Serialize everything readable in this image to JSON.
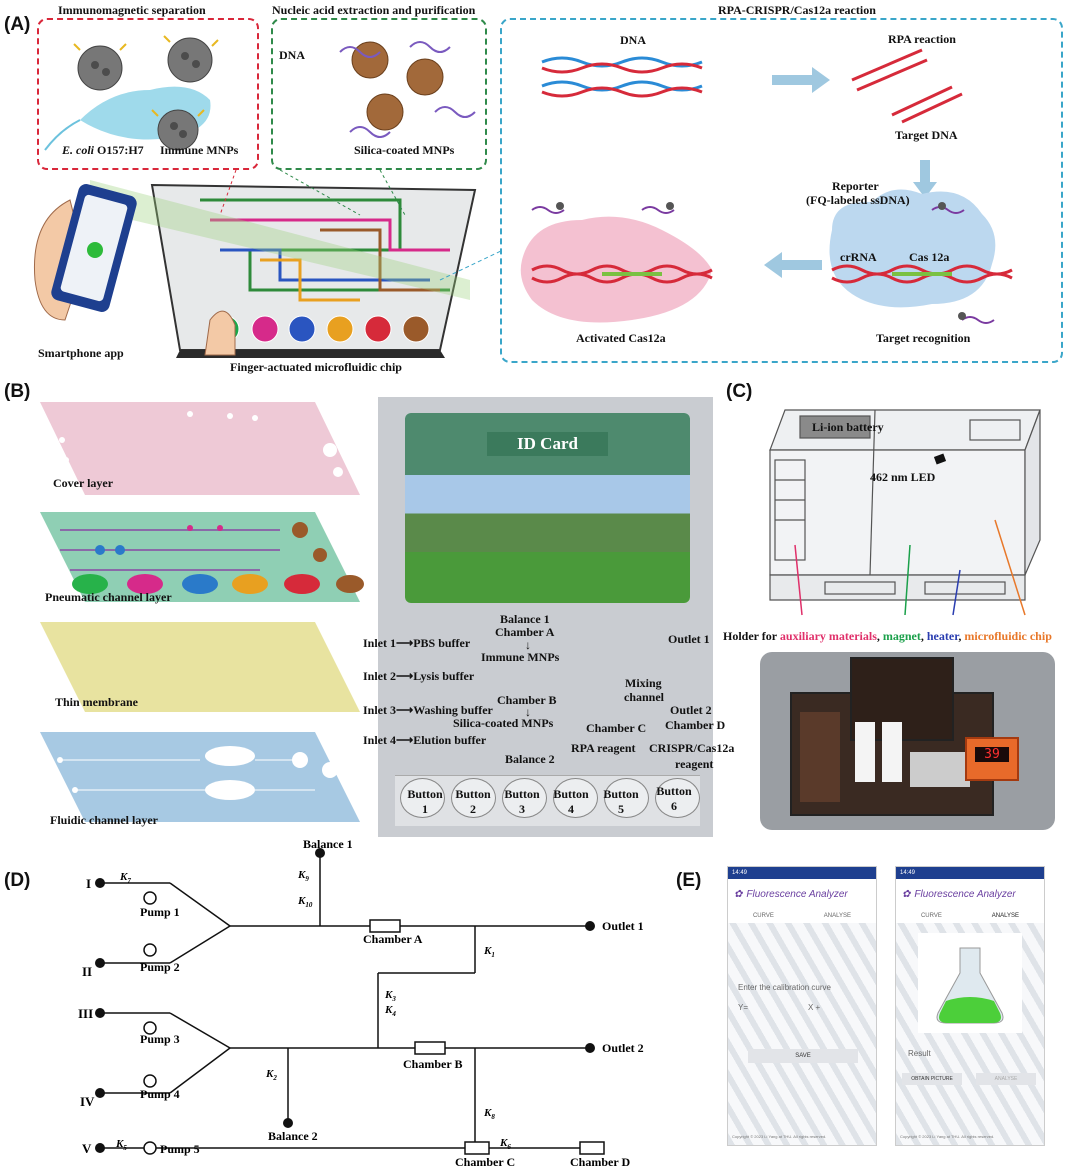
{
  "panels": {
    "a": "(A)",
    "b": "(B)",
    "c": "(C)",
    "d": "(D)",
    "e": "(E)"
  },
  "a": {
    "box1_title": "Immunomagnetic separation",
    "box2_title": "Nucleic acid extraction and purification",
    "box3_title": "RPA-CRISPR/Cas12a reaction",
    "ecoli_italic": "E. coli",
    "ecoli_rest": " O157:H7",
    "immune_mnps": "Immune MNPs",
    "dna": "DNA",
    "silica_mnps": "Silica-coated MNPs",
    "rpa_dna": "DNA",
    "rpa_reaction": "RPA reaction",
    "target_dna": "Target DNA",
    "reporter": "Reporter",
    "reporter2": "(FQ-labeled ssDNA)",
    "crrna": "crRNA",
    "cas12a": "Cas 12a",
    "target_recognition": "Target recognition",
    "activated": "Activated Cas12a",
    "smartphone": "Smartphone app",
    "chip": "Finger-actuated microfluidic chip"
  },
  "b": {
    "layers": [
      "Cover layer",
      "Pneumatic channel layer",
      "Thin membrane",
      "Fluidic channel layer"
    ],
    "id_card": "ID Card",
    "inlets": [
      "Inlet 1",
      "Inlet 2",
      "Inlet 3",
      "Inlet 4"
    ],
    "buffers": [
      "PBS buffer",
      "Lysis buffer",
      "Washing buffer",
      "Elution buffer"
    ],
    "balance1": "Balance 1",
    "chamberA": "Chamber A",
    "immune": "Immune MNPs",
    "outlet1": "Outlet 1",
    "mixing": "Mixing",
    "channel": "channel",
    "chamberB": "Chamber B",
    "silica": "Silica-coated MNPs",
    "outlet2": "Outlet 2",
    "chamberC": "Chamber C",
    "chamberD": "Chamber D",
    "rpa": "RPA reagent",
    "crispr": "CRISPR/Cas12a",
    "reagent": "reagent",
    "balance2": "Balance 2",
    "buttons": [
      "Button",
      "Button",
      "Button",
      "Button",
      "Button",
      "Button"
    ],
    "button_nums": [
      "1",
      "2",
      "3",
      "4",
      "5",
      "6"
    ]
  },
  "c": {
    "battery": "Li-ion battery",
    "led": "462 nm LED",
    "holder": "Holder for ",
    "aux": "auxiliary materials",
    "magnet": "magnet",
    "heater": "heater",
    "chip": "microfluidic chip",
    "sep": ", ",
    "temp": "39",
    "colors": {
      "aux": "#e0306a",
      "magnet": "#1aa04a",
      "heater": "#2a3db0",
      "chip": "#e8782a"
    }
  },
  "d": {
    "nodes": [
      "I",
      "II",
      "III",
      "IV",
      "V"
    ],
    "pumps": [
      "Pump 1",
      "Pump 2",
      "Pump 3",
      "Pump 4",
      "Pump 5"
    ],
    "balance1": "Balance 1",
    "balance2": "Balance 2",
    "chamberA": "Chamber A",
    "chamberB": "Chamber B",
    "chamberC": "Chamber C",
    "chamberD": "Chamber D",
    "outlet1": "Outlet 1",
    "outlet2": "Outlet 2",
    "k1": "K",
    "k1s": "1",
    "k2": "K",
    "k2s": "2",
    "k3": "K",
    "k3s": "3",
    "k4": "K",
    "k4s": "4",
    "k5": "K",
    "k5s": "5",
    "k6": "K",
    "k6s": "6",
    "k7": "K",
    "k7s": "7",
    "k8": "K",
    "k8s": "8",
    "k9": "K",
    "k9s": "9",
    "k10": "K",
    "k10s": "10"
  },
  "e": {
    "app_title": "Fluorescence Analyzer",
    "time": "14:49",
    "tab_curve": "CURVE",
    "tab_analyse": "ANALYSE",
    "calib": "Enter the calibration curve",
    "y": "Y=",
    "x": "X +",
    "save": "SAVE",
    "result": "Result",
    "obtain": "OBTAIN PICTURE",
    "analyse_btn": "ANALYSE",
    "copyright": "Copyright © 2023 Li Yang at THU. All rights reserved."
  }
}
